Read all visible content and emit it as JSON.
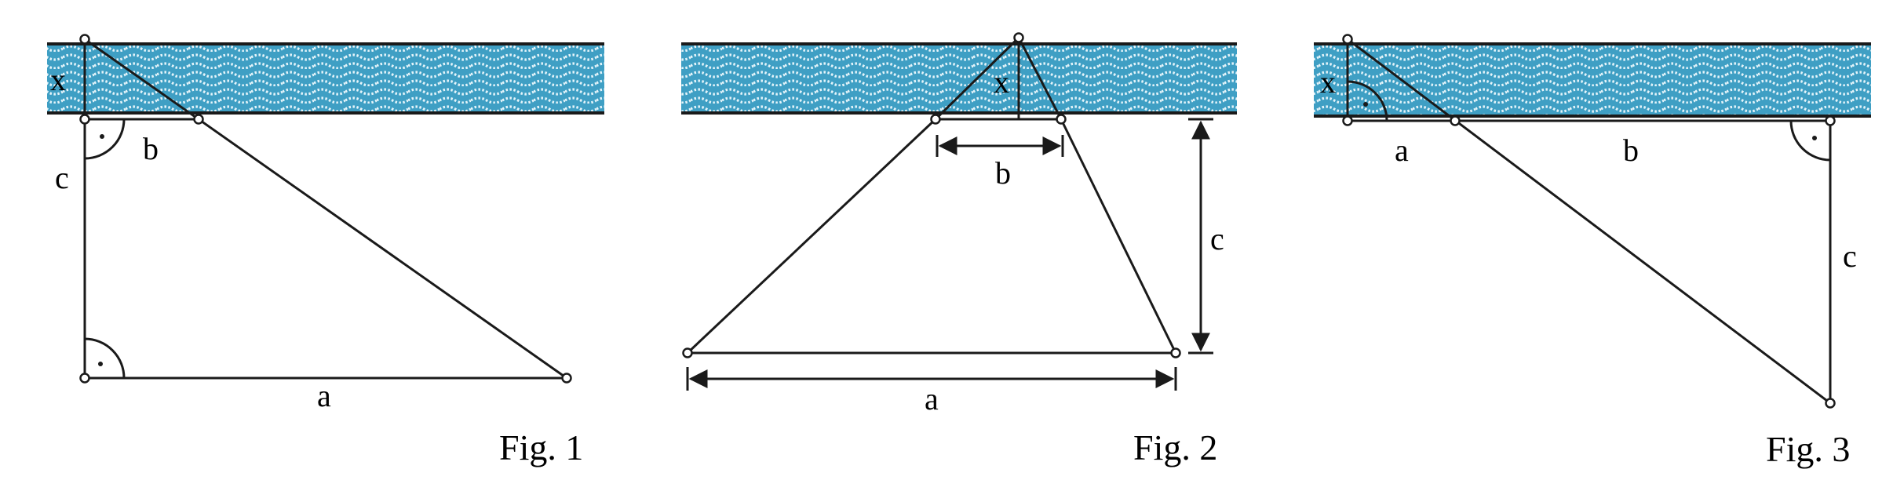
{
  "figures": [
    {
      "caption": "Fig. 1",
      "labels": {
        "x": "x",
        "a": "a",
        "b": "b",
        "c": "c"
      }
    },
    {
      "caption": "Fig. 2",
      "labels": {
        "x": "x",
        "a": "a",
        "b": "b",
        "c": "c"
      }
    },
    {
      "caption": "Fig. 3",
      "labels": {
        "x": "x",
        "a": "a",
        "b": "b",
        "c": "c"
      }
    }
  ],
  "colors": {
    "river_fill": "#3f9fc4",
    "river_wave": "#e4f4fa",
    "ink": "#1a1a1a"
  }
}
